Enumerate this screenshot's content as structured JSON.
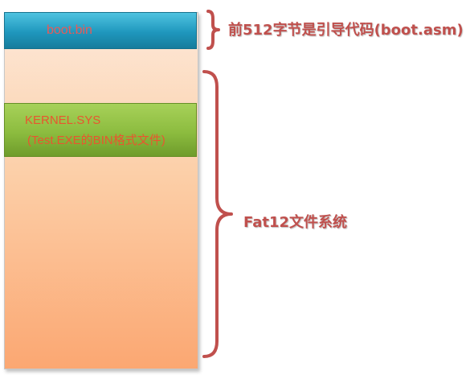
{
  "layers": {
    "boot": {
      "label": "boot.bin",
      "color": "#1f97bd"
    },
    "kernel": {
      "line1": "KERNEL.SYS",
      "line2": "(Test.EXE的BIN格式文件)",
      "color": "#8cbc3f"
    },
    "fat_region": {
      "color": "#fccfa8"
    }
  },
  "annotations": {
    "boot": "前512字节是引导代码(boot.asm)",
    "fat": "Fat12文件系统",
    "color": "#c0504d"
  }
}
